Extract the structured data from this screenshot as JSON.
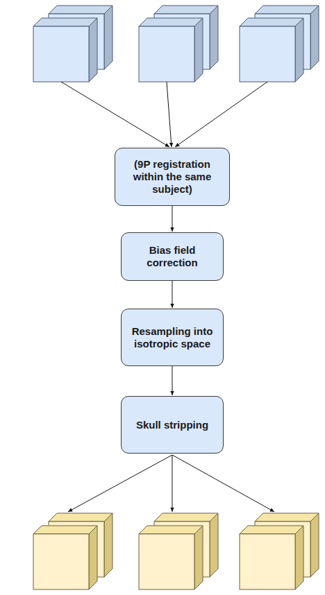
{
  "diagram": {
    "nodes": [
      {
        "text": [
          "(9P registration within the same subject)"
        ]
      },
      {
        "text": [
          "Bias field correction"
        ]
      },
      {
        "text": [
          "Resampling into isotropic space"
        ]
      },
      {
        "text": [
          "Skull stripping"
        ]
      }
    ],
    "edges": [
      {
        "from": 0,
        "to": 1,
        "arrow": "to"
      },
      {
        "from": 1,
        "to": 2,
        "arrow": "to"
      },
      {
        "from": 2,
        "to": 3,
        "arrow": "to"
      }
    ]
  }
}
